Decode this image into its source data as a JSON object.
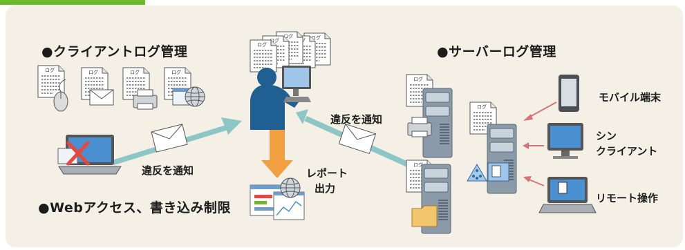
{
  "headings": {
    "client_log": "●クライアントログ管理",
    "server_log": "●サーバーログ管理",
    "web_access": "●Webアクセス、書き込み制限"
  },
  "labels": {
    "violation_notice_left": "違反を通知",
    "violation_notice_right": "違反を通知",
    "report_line1": "レポート",
    "report_line2": "出力",
    "mobile": "モバイル端末",
    "thin_client_line1": "シン",
    "thin_client_line2": "クライアント",
    "remote": "リモート操作"
  },
  "doc_tag": "ログ",
  "colors": {
    "accent": "#6fb92c",
    "panel": "#f4f0e6",
    "arrow_teal": "#8cc7c6",
    "arrow_orange": "#f0a040",
    "arrow_red": "#d6737a",
    "admin": "#1f5f92"
  }
}
